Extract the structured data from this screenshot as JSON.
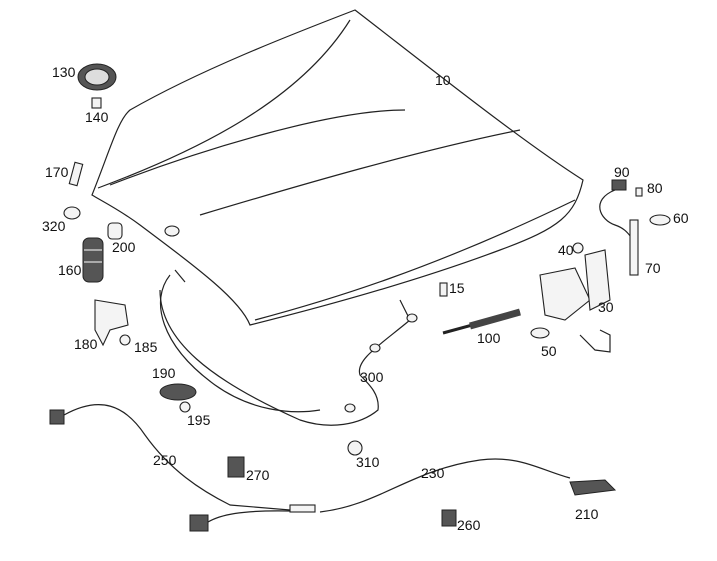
{
  "diagram": {
    "labels": [
      "10",
      "130",
      "140",
      "170",
      "320",
      "200",
      "160",
      "15",
      "90",
      "80",
      "60",
      "40",
      "70",
      "30",
      "50",
      "100",
      "180",
      "185",
      "190",
      "195",
      "300",
      "250",
      "270",
      "310",
      "230",
      "210",
      "260"
    ]
  }
}
